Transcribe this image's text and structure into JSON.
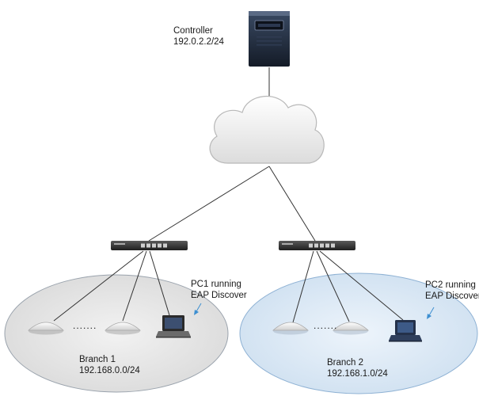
{
  "controller": {
    "title": "Controller",
    "ip": "192.0.2.2/24"
  },
  "branch1": {
    "name": "Branch 1",
    "subnet": "192.168.0.0/24",
    "ellipsis": ".......",
    "pc_label": [
      "PC1 running",
      "EAP Discover"
    ]
  },
  "branch2": {
    "name": "Branch 2",
    "subnet": "192.168.1.0/24",
    "ellipsis": ".......",
    "pc_label": [
      "PC2 running",
      "EAP Discover"
    ]
  },
  "colors": {
    "branch1_fill": "#e8e8e8",
    "branch2_fill": "#dce9f5",
    "arrow": "#3d8fd1"
  },
  "icons": [
    "server-icon",
    "cloud-icon",
    "router-icon",
    "access-point-icon",
    "laptop-icon"
  ]
}
